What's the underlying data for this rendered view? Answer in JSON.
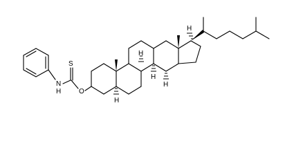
{
  "molecule": {
    "atom_labels": {
      "sulfur": "S",
      "amine_n": "N",
      "amine_h": "H",
      "ester_o": "O",
      "h_c5": "H",
      "h_c8": "H",
      "h_c9": "H",
      "h_c14": "H",
      "h_c17": "H"
    }
  }
}
